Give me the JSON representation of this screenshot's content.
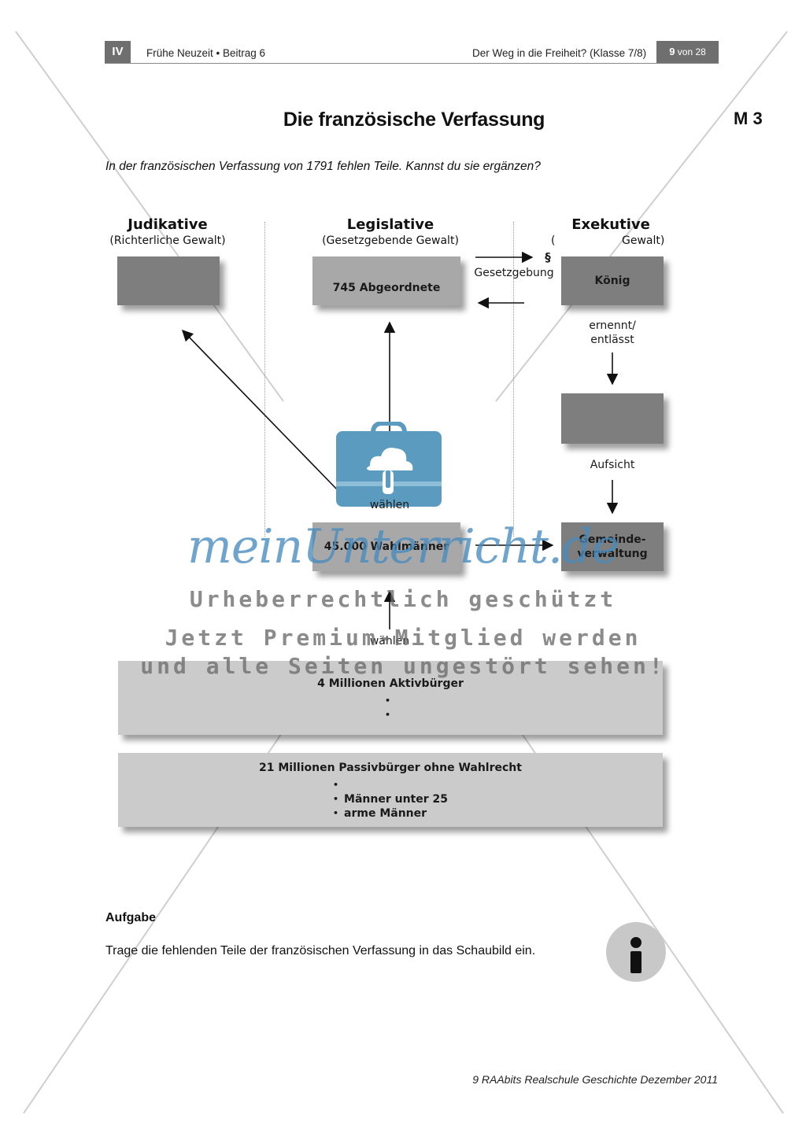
{
  "header": {
    "section": "IV",
    "series": "Frühe Neuzeit • Beitrag 6",
    "unit_title": "Der Weg in die Freiheit? (Klasse 7/8)",
    "page_num": "9",
    "page_of": "von 28"
  },
  "material_label": "M 3",
  "title": "Die französische Verfassung",
  "intro": "In der französischen Verfassung von 1791 fehlen Teile. Kannst du sie ergänzen?",
  "columns": {
    "judikative": {
      "heading": "Judikative",
      "sub": "(Richterliche Gewalt)"
    },
    "legislative": {
      "heading": "Legislative",
      "sub": "(Gesetzgebende Gewalt)"
    },
    "exekutive": {
      "heading": "Exekutive",
      "sub_open": "(",
      "sub_close": "Gewalt)"
    }
  },
  "diagram": {
    "legislative_box": "745 Abgeordnete",
    "law_symbol": "§",
    "gesetzgebung": "Gesetzgebung",
    "koenig": "König",
    "ernennt": "ernennt/\nentlässt",
    "aufsicht": "Aufsicht",
    "gemeinde": "Gemeinde-\nverwaltung",
    "waehlen_upper": "wählen",
    "wahlmaenner": "45.000 Wahlmänner",
    "waehlen_lower": "wählen",
    "aktiv": {
      "heading": "4 Millionen Aktivbürger",
      "items": [
        "",
        ""
      ]
    },
    "passiv": {
      "heading": "21 Millionen Passivbürger ohne Wahlrecht",
      "items": [
        "",
        "Männer unter 25",
        "arme Männer"
      ]
    }
  },
  "watermark": {
    "logo": "meinUnterricht.de",
    "line1": "Urheberrechtlich geschützt",
    "line2": "Jetzt Premium-Mitglied werden",
    "line3": "und alle Seiten ungestört sehen!"
  },
  "task": {
    "heading": "Aufgabe",
    "text": "Trage die fehlenden Teile der französischen Verfassung in das Schaubild ein."
  },
  "footer": "9 RAAbits Realschule Geschichte Dezember 2011",
  "colors": {
    "watermark_blue": "#468cbe",
    "briefcase": "#5b9bbf",
    "box_dark": "#7e7e7e",
    "box_mid": "#a8a8a8",
    "box_light": "#cbcbcb"
  }
}
